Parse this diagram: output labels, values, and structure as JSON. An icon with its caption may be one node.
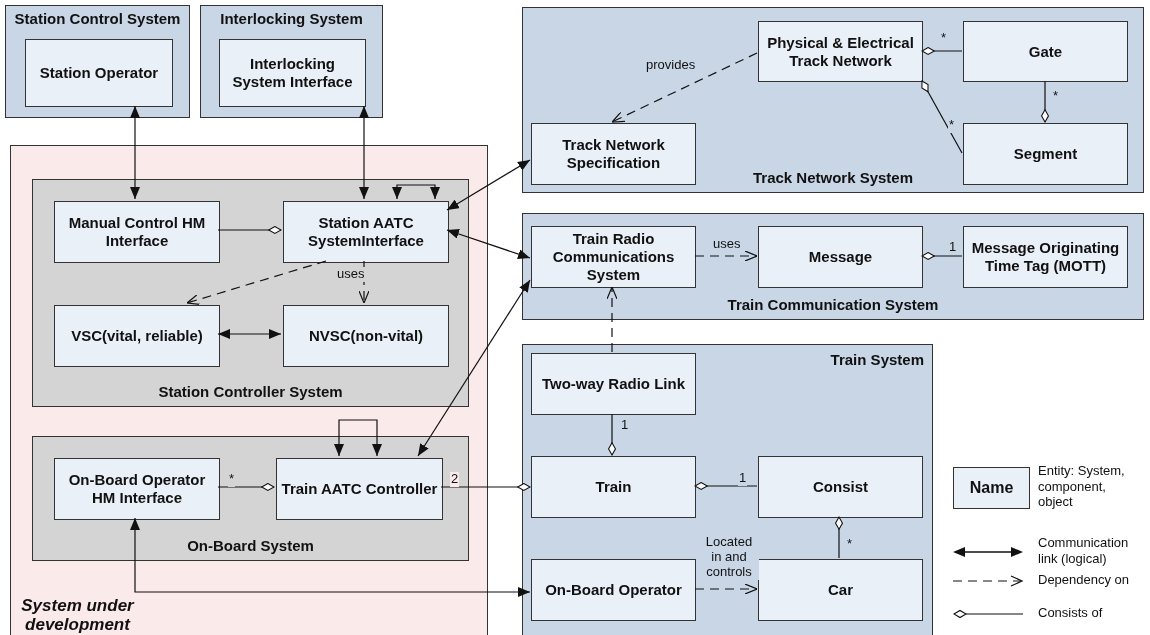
{
  "diagram": {
    "nodes": [
      {
        "text": [
          "Station Control System"
        ]
      },
      {
        "text": [
          "Station Operator"
        ],
        "in": 0
      },
      {
        "text": [
          "Interlocking System"
        ]
      },
      {
        "text": [
          "Interlocking System Interface"
        ],
        "in": 2
      },
      {
        "text": [
          "Track Network System"
        ]
      },
      {
        "text": [
          "Physical & Electrical Track Network"
        ],
        "in": 4
      },
      {
        "text": [
          "Gate"
        ],
        "in": 4
      },
      {
        "text": [
          "Track Network Specification"
        ],
        "in": 4
      },
      {
        "text": [
          "Segment"
        ],
        "in": 4
      },
      {
        "text": [
          "System under development"
        ]
      },
      {
        "text": [
          "Station Controller System"
        ],
        "in": 9
      },
      {
        "text": [
          "Manual Control HM Interface"
        ],
        "in": 10
      },
      {
        "text": [
          "Station AATC SystemInterface"
        ],
        "in": 10
      },
      {
        "text": [
          "VSC(vital, reliable)"
        ],
        "in": 10
      },
      {
        "text": [
          "NVSC(non-vital)"
        ],
        "in": 10
      },
      {
        "text": [
          "Train Communication System"
        ]
      },
      {
        "text": [
          "Train Radio Communications System"
        ],
        "in": 15
      },
      {
        "text": [
          "Message"
        ],
        "in": 15
      },
      {
        "text": [
          "Message Originating Time Tag (MOTT)"
        ],
        "in": 15
      },
      {
        "text": [
          "Train System"
        ]
      },
      {
        "text": [
          "Two-way Radio Link"
        ],
        "in": 19
      },
      {
        "text": [
          "Train"
        ],
        "in": 19
      },
      {
        "text": [
          "Consist"
        ],
        "in": 19
      },
      {
        "text": [
          "On-Board System"
        ],
        "in": 9
      },
      {
        "text": [
          "On-Board Operator HM Interface"
        ],
        "in": 23
      },
      {
        "text": [
          "Train AATC Controller"
        ],
        "in": 23
      },
      {
        "text": [
          "On-Board Operator"
        ],
        "in": 19
      },
      {
        "text": [
          "Car"
        ],
        "in": 19
      }
    ],
    "edges": [
      {
        "from": 1,
        "to": 11,
        "arrow": "both"
      },
      {
        "from": 3,
        "to": 12,
        "arrow": "both"
      },
      {
        "from": 12,
        "to": 12,
        "arrow": "both"
      },
      {
        "from": 12,
        "to": 7,
        "arrow": "both"
      },
      {
        "from": 12,
        "to": 16,
        "arrow": "both"
      },
      {
        "from": 11,
        "to": 12,
        "arrow": "other"
      },
      {
        "from": 12,
        "to": 13,
        "arrow": "to",
        "style": "dashed"
      },
      {
        "from": 12,
        "to": 14,
        "label": "uses",
        "arrow": "to",
        "style": "dashed"
      },
      {
        "from": 13,
        "to": 14,
        "arrow": "both"
      },
      {
        "from": 5,
        "to": 7,
        "label": "provides",
        "arrow": "to",
        "style": "dashed"
      },
      {
        "from": 6,
        "to": 5,
        "label": "*",
        "arrow": "other"
      },
      {
        "from": 8,
        "to": 5,
        "label": "*",
        "arrow": "other"
      },
      {
        "from": 6,
        "to": 8,
        "label": "*",
        "arrow": "other"
      },
      {
        "from": 16,
        "to": 17,
        "label": "uses",
        "arrow": "to",
        "style": "dashed"
      },
      {
        "from": 18,
        "to": 17,
        "label": "1",
        "arrow": "other"
      },
      {
        "from": 20,
        "to": 16,
        "arrow": "to",
        "style": "dashed"
      },
      {
        "from": 20,
        "to": 21,
        "label": "1",
        "arrow": "other"
      },
      {
        "from": 22,
        "to": 21,
        "label": "1",
        "arrow": "other"
      },
      {
        "from": 27,
        "to": 22,
        "label": "*",
        "arrow": "other"
      },
      {
        "from": 26,
        "to": 27,
        "label": "Located in and controls",
        "arrow": "to",
        "style": "dashed"
      },
      {
        "from": 25,
        "to": 25,
        "arrow": "both"
      },
      {
        "from": 25,
        "to": 16,
        "arrow": "both"
      },
      {
        "from": 24,
        "to": 25,
        "label": "*",
        "arrow": "other"
      },
      {
        "from": 25,
        "to": 21,
        "label": "2",
        "arrow": "other"
      },
      {
        "from": 24,
        "to": 26,
        "arrow": "both"
      }
    ],
    "labels": [
      "Name"
    ],
    "legend": [
      {
        "text": "Entity: System, component, object"
      },
      {
        "text": "Communication link (logical)"
      },
      {
        "text": "Dependency on"
      },
      {
        "text": "Consists of"
      }
    ]
  }
}
